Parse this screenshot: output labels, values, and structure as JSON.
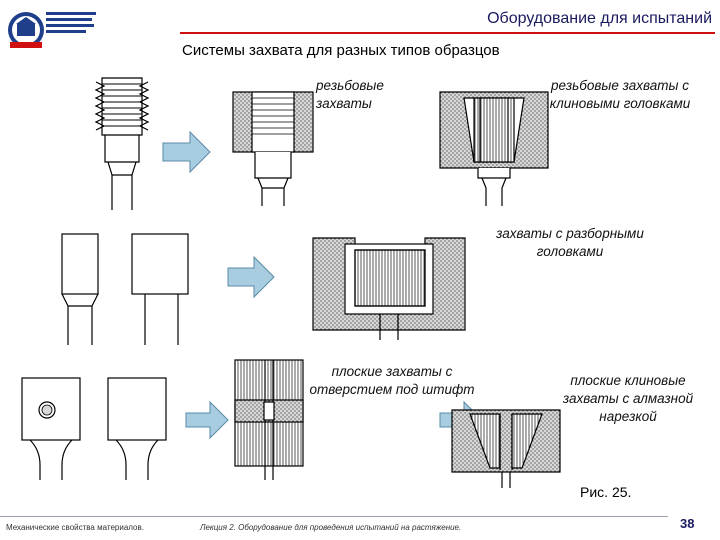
{
  "header": {
    "title": "Оборудование для испытаний",
    "subtitle": "Системы захвата для разных типов образцов"
  },
  "captions": {
    "threaded": "резьбовые захваты",
    "wedge": "резьбовые захваты с клиновыми головками",
    "split": "захваты с разборными головками",
    "pin": "плоские захваты с отверстием под штифт",
    "diamond": "плоские клиновые захваты с алмазной нарезкой"
  },
  "figure_label": "Рис. 25.",
  "footer": {
    "course": "Механические свойства материалов.",
    "lecture": "Лекция 2. Оборудование для проведения испытаний на растяжение.",
    "page": "38"
  },
  "colors": {
    "title": "#1a1a60",
    "accent_line": "#d01010",
    "arrow_fill": "#a8cde0",
    "hatch": "#555555"
  },
  "icons": {
    "logo": "university-logo"
  }
}
